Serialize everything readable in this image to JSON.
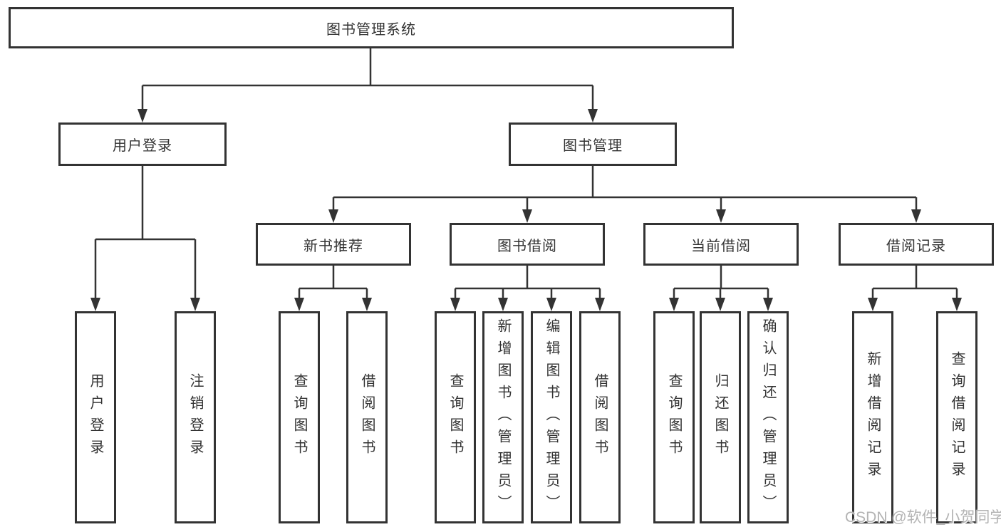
{
  "diagram": {
    "root": {
      "label": "图书管理系统"
    },
    "branches": [
      {
        "label": "用户登录",
        "children": [
          {
            "label": "用户登录"
          },
          {
            "label": "注销登录"
          }
        ]
      },
      {
        "label": "图书管理",
        "children": [
          {
            "label": "新书推荐",
            "children": [
              {
                "label": "查询图书"
              },
              {
                "label": "借阅图书"
              }
            ]
          },
          {
            "label": "图书借阅",
            "children": [
              {
                "label": "查询图书"
              },
              {
                "label": "新增图书（管理员）"
              },
              {
                "label": "编辑图书（管理员）"
              },
              {
                "label": "借阅图书"
              }
            ]
          },
          {
            "label": "当前借阅",
            "children": [
              {
                "label": "查询图书"
              },
              {
                "label": "归还图书"
              },
              {
                "label": "确认归还（管理员）"
              }
            ]
          },
          {
            "label": "借阅记录",
            "children": [
              {
                "label": "新增借阅记录"
              },
              {
                "label": "查询借阅记录"
              }
            ]
          }
        ]
      }
    ]
  },
  "watermark": {
    "text": "CSDN @软件_小贺同学"
  },
  "colors": {
    "line": "#333333",
    "box_border": "#333333",
    "text": "#333333",
    "background": "#ffffff",
    "watermark": "#b3b3b3"
  }
}
